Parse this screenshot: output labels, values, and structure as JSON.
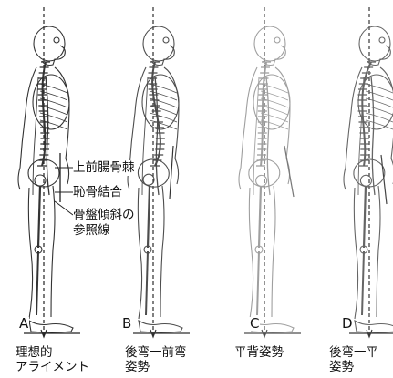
{
  "panels": [
    {
      "letter": "A",
      "caption_line1": "理想的",
      "caption_line2": "アライメント"
    },
    {
      "letter": "B",
      "caption_line1": "後弯一前弯",
      "caption_line2": "姿勢"
    },
    {
      "letter": "C",
      "caption_line1": "平背姿勢",
      "caption_line2": ""
    },
    {
      "letter": "D",
      "caption_line1": "後弯一平",
      "caption_line2": "姿勢"
    }
  ],
  "annotations": {
    "asis": "上前腸骨棘",
    "pubic": "恥骨結合",
    "pelvic_tilt_line1": "骨盤傾斜の",
    "pelvic_tilt_line2": "参照線"
  }
}
